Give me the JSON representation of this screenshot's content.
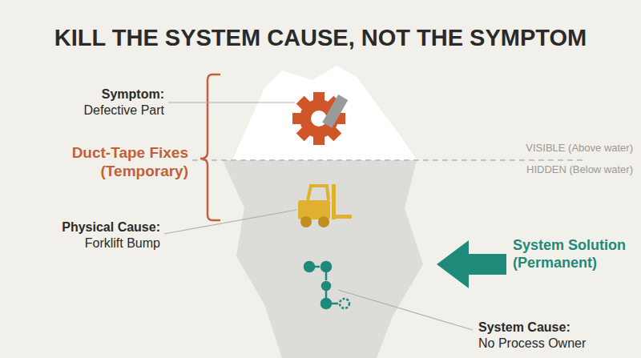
{
  "diagram": {
    "title": "KILL THE SYSTEM CAUSE, NOT THE SYMPTOM",
    "labels": [
      "Symptom:",
      "Defective Part",
      "Duct-Tape Fixes (Temporary)",
      "VISIBLE (Above water)",
      "HIDDEN (Below water)",
      "Physical Cause:",
      "Forklift Bump",
      "System Solution (Permanent)",
      "System Cause:",
      "No Process Owner"
    ]
  }
}
